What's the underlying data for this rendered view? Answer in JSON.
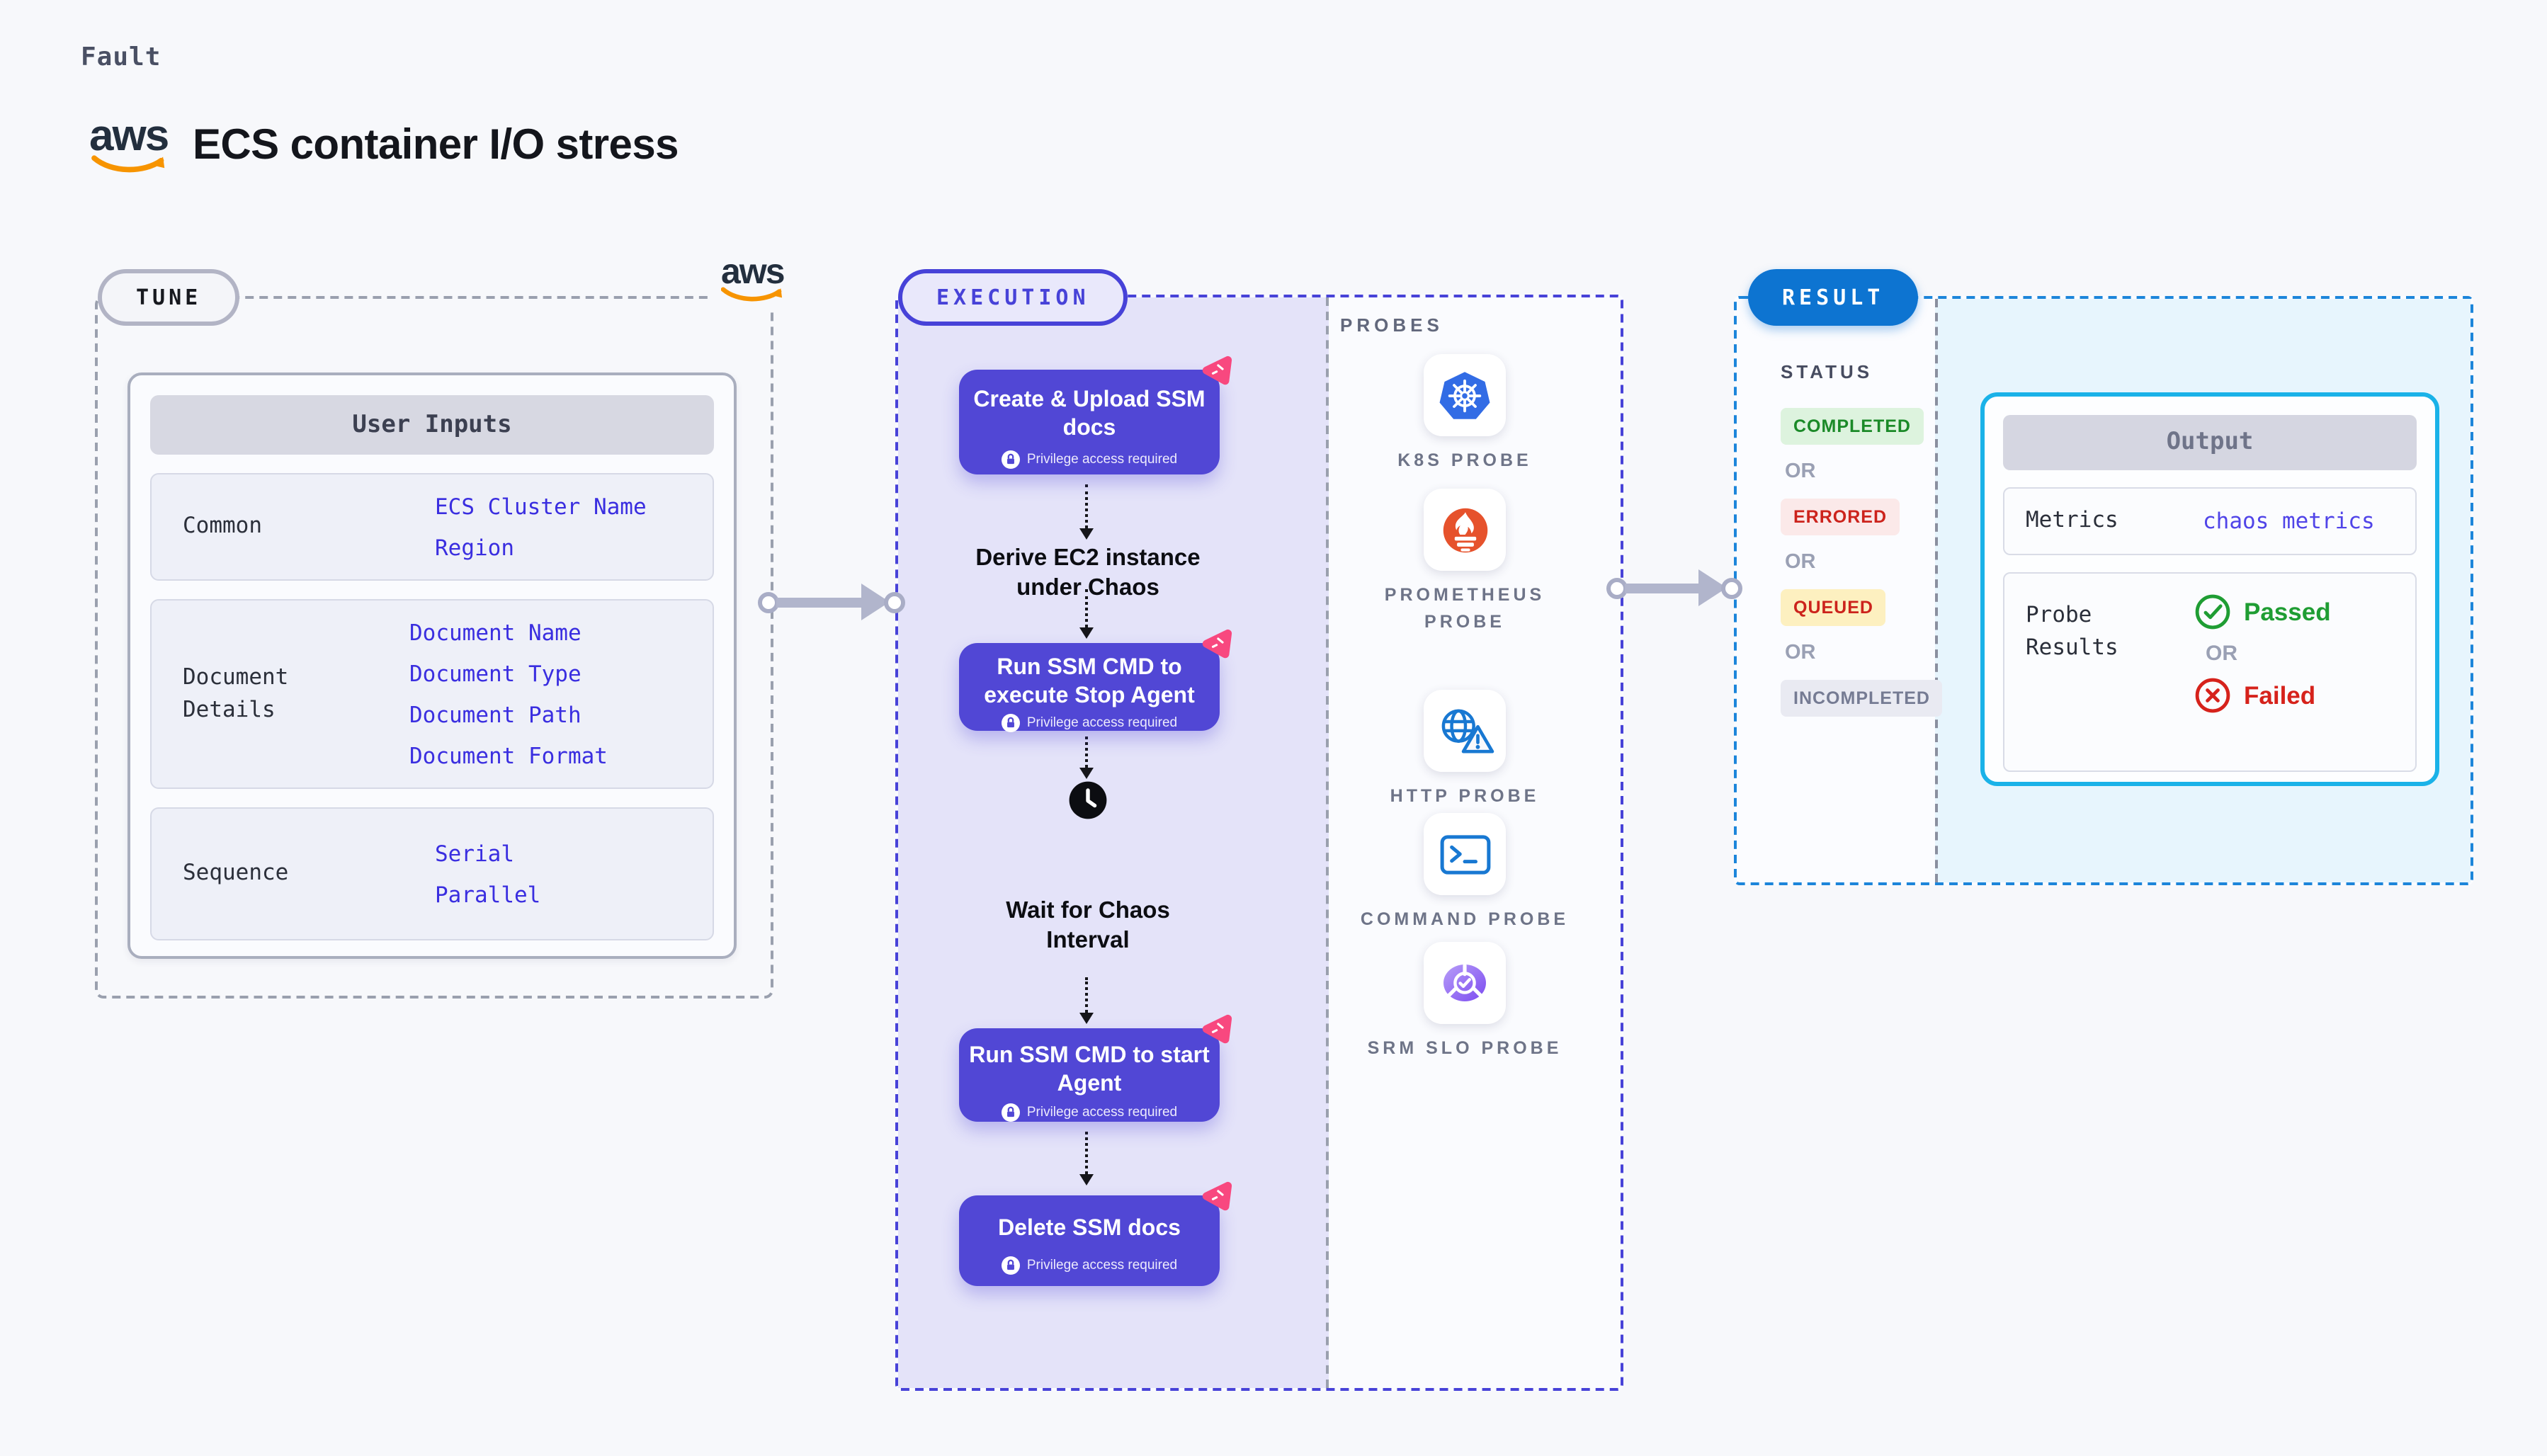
{
  "header": {
    "kicker": "Fault",
    "brand_text": "aws",
    "title": "ECS container I/O stress"
  },
  "tune": {
    "pill": "TUNE",
    "table": {
      "title": "User Inputs",
      "rows": [
        {
          "label": "Common",
          "values": [
            "ECS Cluster Name",
            "Region"
          ]
        },
        {
          "label": "Document Details",
          "values": [
            "Document Name",
            "Document Type",
            "Document Path",
            "Document Format"
          ]
        },
        {
          "label": "Sequence",
          "values": [
            "Serial",
            "Parallel"
          ]
        }
      ]
    }
  },
  "execution": {
    "pill": "EXECUTION",
    "privilege_note": "Privilege access required",
    "steps": {
      "step1": "Create & Upload SSM docs",
      "step2": "Derive EC2 instance under Chaos",
      "step3": "Run SSM CMD to execute Stop Agent",
      "step4": "Wait for Chaos Interval",
      "step5": "Run SSM CMD to start Agent",
      "step6": "Delete SSM docs"
    },
    "probes": {
      "heading": "PROBES",
      "items": [
        {
          "icon": "kubernetes-icon",
          "label": "K8S PROBE"
        },
        {
          "icon": "prometheus-icon",
          "label": "PROMETHEUS PROBE"
        },
        {
          "icon": "http-globe-warning-icon",
          "label": "HTTP PROBE"
        },
        {
          "icon": "terminal-icon",
          "label": "COMMAND PROBE"
        },
        {
          "icon": "slo-gauge-check-icon",
          "label": "SRM SLO PROBE"
        }
      ]
    }
  },
  "result": {
    "pill": "RESULT",
    "status": {
      "heading": "STATUS",
      "or": "OR",
      "badges": [
        {
          "label": "COMPLETED"
        },
        {
          "label": "ERRORED"
        },
        {
          "label": "QUEUED"
        },
        {
          "label": "INCOMPLETED"
        }
      ]
    },
    "output": {
      "title": "Output",
      "metrics_label": "Metrics",
      "metrics_value": "chaos metrics",
      "probe_results_label": "Probe Results",
      "passed": "Passed",
      "or": "OR",
      "failed": "Failed"
    }
  },
  "colors": {
    "accent_indigo": "#4742d8",
    "button_purple": "#5147d5",
    "lavender_bg": "#e4e3f9",
    "result_blue": "#0d74d1",
    "output_border_cyan": "#1ab2e8",
    "aws_orange": "#f79400",
    "chaos_pink": "#f8487f",
    "link_blue": "#3a2ee0",
    "completed_green": "#1b8a28",
    "errored_red": "#cc231c",
    "queued_bg": "#fdf0c0",
    "incompleted_gray": "#757b93",
    "passed_green": "#1f9d33",
    "failed_red": "#d6221b"
  }
}
